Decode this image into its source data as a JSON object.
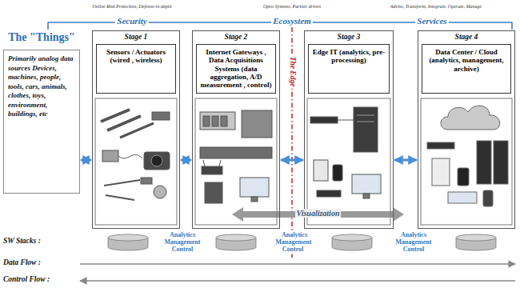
{
  "diagram": {
    "nodes": [
      {
        "text": [
          "The \"Things\"",
          "Primarily analog data sources Devices, machines, people, tools, cars, animals, clothes, toys, environment, buildings, etc"
        ]
      },
      {
        "text": [
          "Stage 1"
        ]
      },
      {
        "text": [
          "Sensors / Actuators (wired , wireless)"
        ],
        "in": 1
      },
      {
        "text": [
          "Stage 2"
        ]
      },
      {
        "text": [
          "Internet Gateways , Data Acquisitions Systems (data aggregation, A/D measurement , control)"
        ],
        "in": 3
      },
      {
        "text": [
          "Stage 3"
        ]
      },
      {
        "text": [
          "Edge IT (analytics, pre-processing)"
        ],
        "in": 5
      },
      {
        "text": [
          "Stage 4"
        ]
      },
      {
        "text": [
          "Data Center / Cloud (analytics, management, archive)"
        ],
        "in": 7
      }
    ],
    "edges": [
      {
        "from": 0,
        "to": 1,
        "arrow": "both"
      },
      {
        "from": 1,
        "to": 3,
        "arrow": "both"
      },
      {
        "from": 3,
        "to": 5,
        "arrow": "both"
      },
      {
        "from": 5,
        "to": 7,
        "arrow": "both"
      }
    ],
    "labels": [
      "Online Risk Protection, Defense-in-depth",
      "Open Systems, Partner driven",
      "Advise, Transform, Integrate, Operate, Manage",
      "Security",
      "Ecosystem",
      "Services",
      "The Edge",
      "Visualization",
      "SW Stacks :",
      "Data Flow :",
      "Control Flow :",
      "Analytics Management Control",
      "Analytics Management Control",
      "Analytics Management Control"
    ]
  }
}
